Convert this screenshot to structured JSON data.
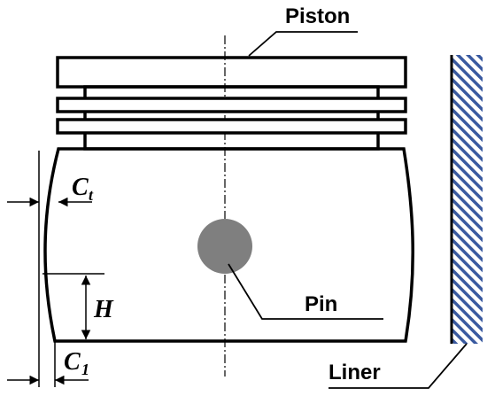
{
  "labels": {
    "piston": "Piston",
    "pin": "Pin",
    "liner": "Liner",
    "h": "H",
    "ct_main": "C",
    "ct_sub": "t",
    "c1_main": "C",
    "c1_sub": "1"
  },
  "colors": {
    "stroke": "#000000",
    "pin_fill": "#7f7f7f",
    "liner_hatch": "#3a5aa0",
    "background": "#ffffff"
  }
}
